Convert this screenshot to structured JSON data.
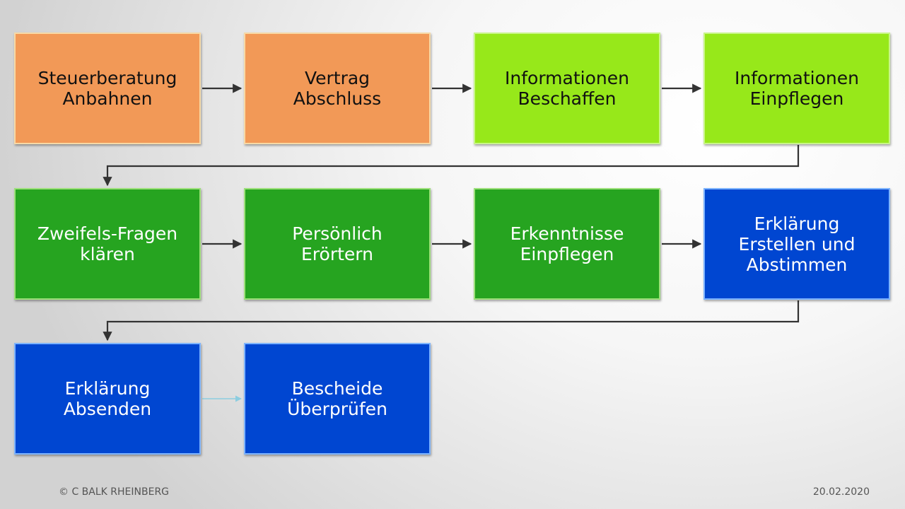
{
  "steps": [
    {
      "id": "b1",
      "label": "Steuerberatung\nAnbahnen"
    },
    {
      "id": "b2",
      "label": "Vertrag\nAbschluss"
    },
    {
      "id": "b3",
      "label": "Informationen\nBeschaffen"
    },
    {
      "id": "b4",
      "label": "Informationen\nEinpflegen"
    },
    {
      "id": "b5",
      "label": "Zweifels-Fragen\nklären"
    },
    {
      "id": "b6",
      "label": "Persönlich\nErörtern"
    },
    {
      "id": "b7",
      "label": "Erkenntnisse\nEinpflegen"
    },
    {
      "id": "b8",
      "label": "Erklärung\nErstellen und\nAbstimmen"
    },
    {
      "id": "b9",
      "label": "Erklärung\nAbsenden"
    },
    {
      "id": "b10",
      "label": "Bescheide\nÜberprüfen"
    }
  ],
  "colors": {
    "phase_orange": "#f29957",
    "phase_lime": "#97e81a",
    "phase_green": "#26a420",
    "phase_blue": "#0046d1",
    "arrow": "#333333",
    "arrow_light": "#8ccde0"
  },
  "footer": {
    "copyright": "© C BALK RHEINBERG",
    "date": "20.02.2020"
  }
}
